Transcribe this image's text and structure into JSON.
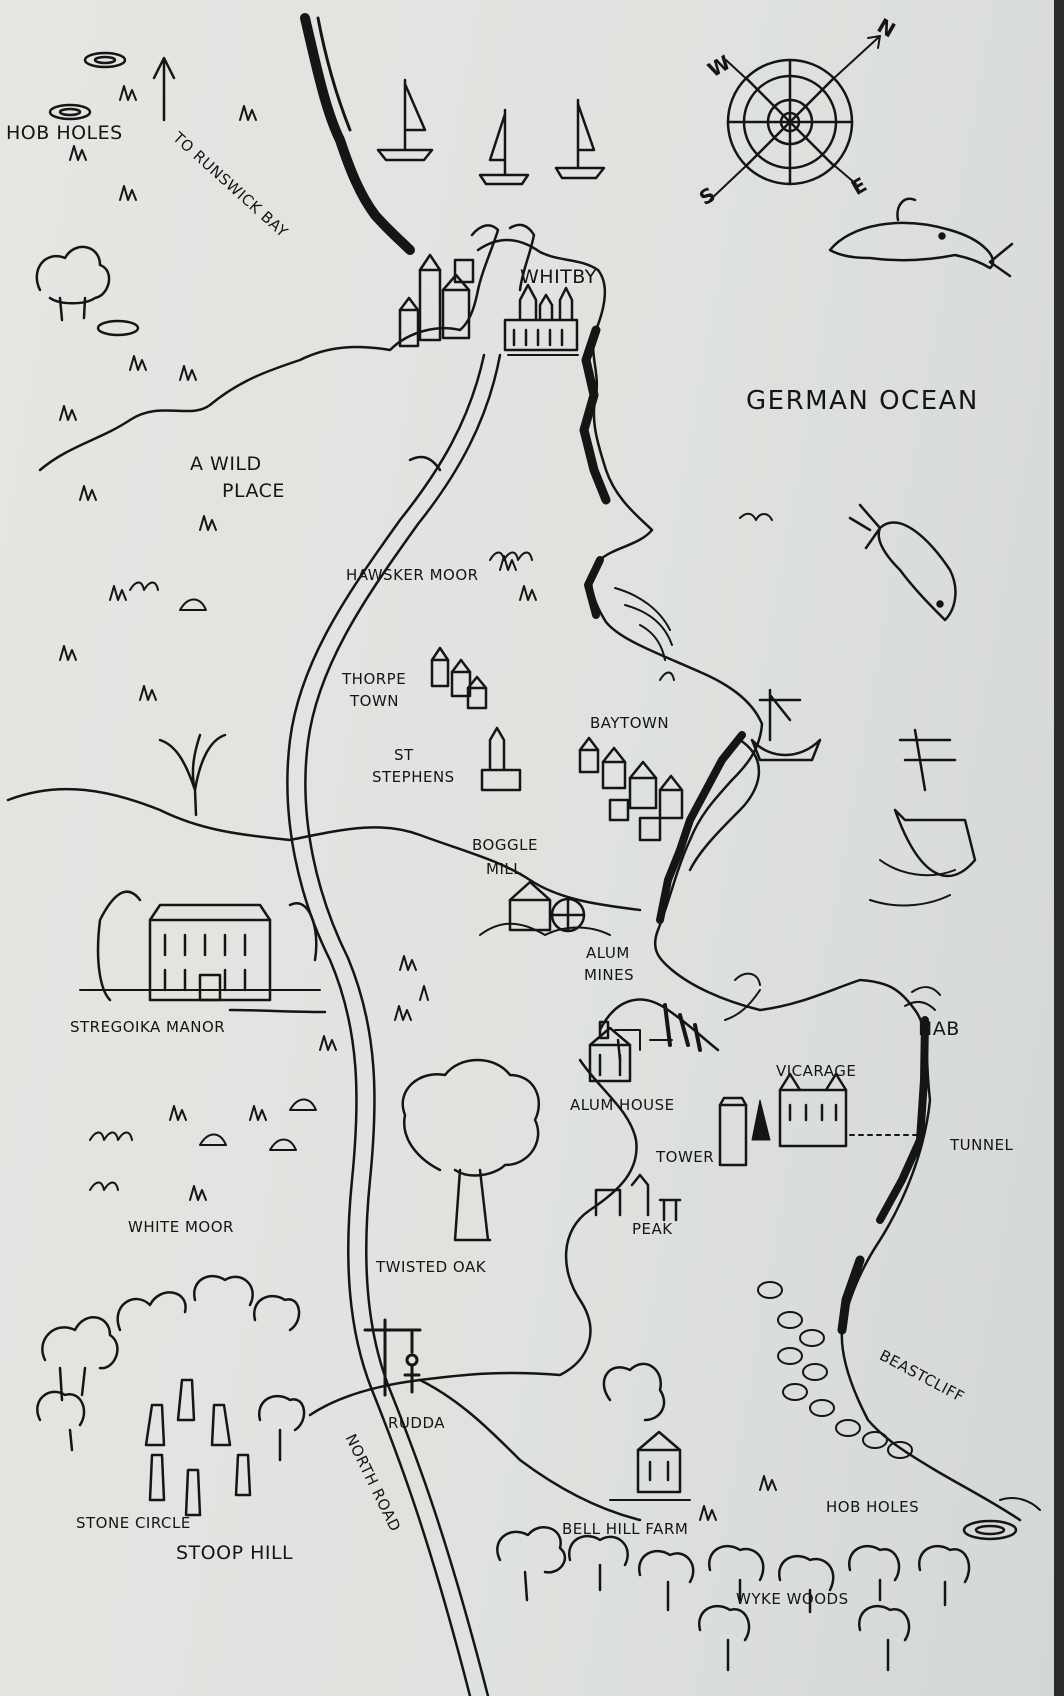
{
  "compass": {
    "n": "N",
    "s": "S",
    "e": "E",
    "w": "W"
  },
  "sea": {
    "name": "GERMAN OCEAN"
  },
  "places": {
    "hob_holes_north": "HOB HOLES",
    "to_runswick_bay": "TO RUNSWICK BAY",
    "whitby": "WHITBY",
    "a_wild": "A WILD",
    "place": "PLACE",
    "hawsker_moor": "HAWSKER MOOR",
    "thorpe": "THORPE",
    "town": "TOWN",
    "baytown": "BAYTOWN",
    "st": "ST",
    "stephens": "STEPHENS",
    "boggle": "BOGGLE",
    "mill": "MILL",
    "alum": "ALUM",
    "mines": "MINES",
    "nab": "NAB",
    "stregoika_manor": "STREGOIKA MANOR",
    "vicarage": "VICARAGE",
    "tunnel": "TUNNEL",
    "alum_house": "ALUM HOUSE",
    "tower": "TOWER",
    "peak": "PEAK",
    "white_moor": "WHITE MOOR",
    "twisted_oak": "TWISTED OAK",
    "beastcliff": "BEASTCLIFF",
    "rudda": "RUDDA",
    "north_road": "NORTH ROAD",
    "hob_holes_south": "HOB HOLES",
    "stone_circle": "STONE CIRCLE",
    "stoop_hill": "STOOP HILL",
    "bell_hill_farm": "BELL HILL FARM",
    "wyke_woods": "WYKE WOODS"
  },
  "colors": {
    "ink": "#151515",
    "paper": "#e1e4e0",
    "edge": "#2b2b2b"
  }
}
